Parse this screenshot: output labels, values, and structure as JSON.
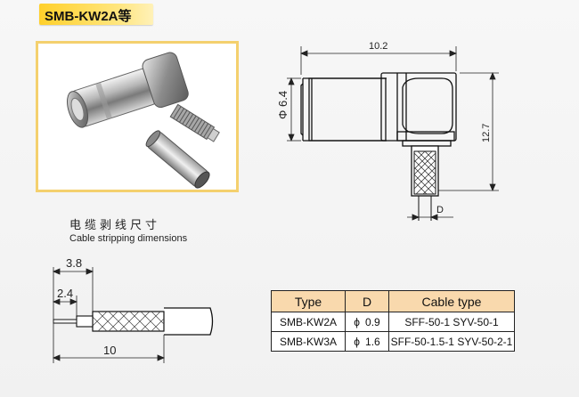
{
  "header": {
    "title": "SMB-KW2A等"
  },
  "drawing": {
    "width_dim": "10.2",
    "diameter_dim": "6.4",
    "height_dim": "12.7",
    "pin_dim": "D",
    "phi_symbol": "Φ"
  },
  "stripping": {
    "title_cn": "电缆剥线尺寸",
    "title_en": "Cable stripping dimensions",
    "dim_outer": "3.8",
    "dim_inner": "2.4",
    "dim_total": "10"
  },
  "table": {
    "headers": [
      "Type",
      "D",
      "Cable type"
    ],
    "rows": [
      {
        "type": "SMB-KW2A",
        "d_symbol": "ϕ",
        "d_value": "0.9",
        "cable": "SFF-50-1  SYV-50-1"
      },
      {
        "type": "SMB-KW3A",
        "d_symbol": "ϕ",
        "d_value": "1.6",
        "cable": "SFF-50-1.5-1  SYV-50-2-1"
      }
    ]
  },
  "colors": {
    "title_bg": "#ffd02b",
    "photo_border": "#f4d06e",
    "table_header_bg": "#f9d9ad"
  }
}
